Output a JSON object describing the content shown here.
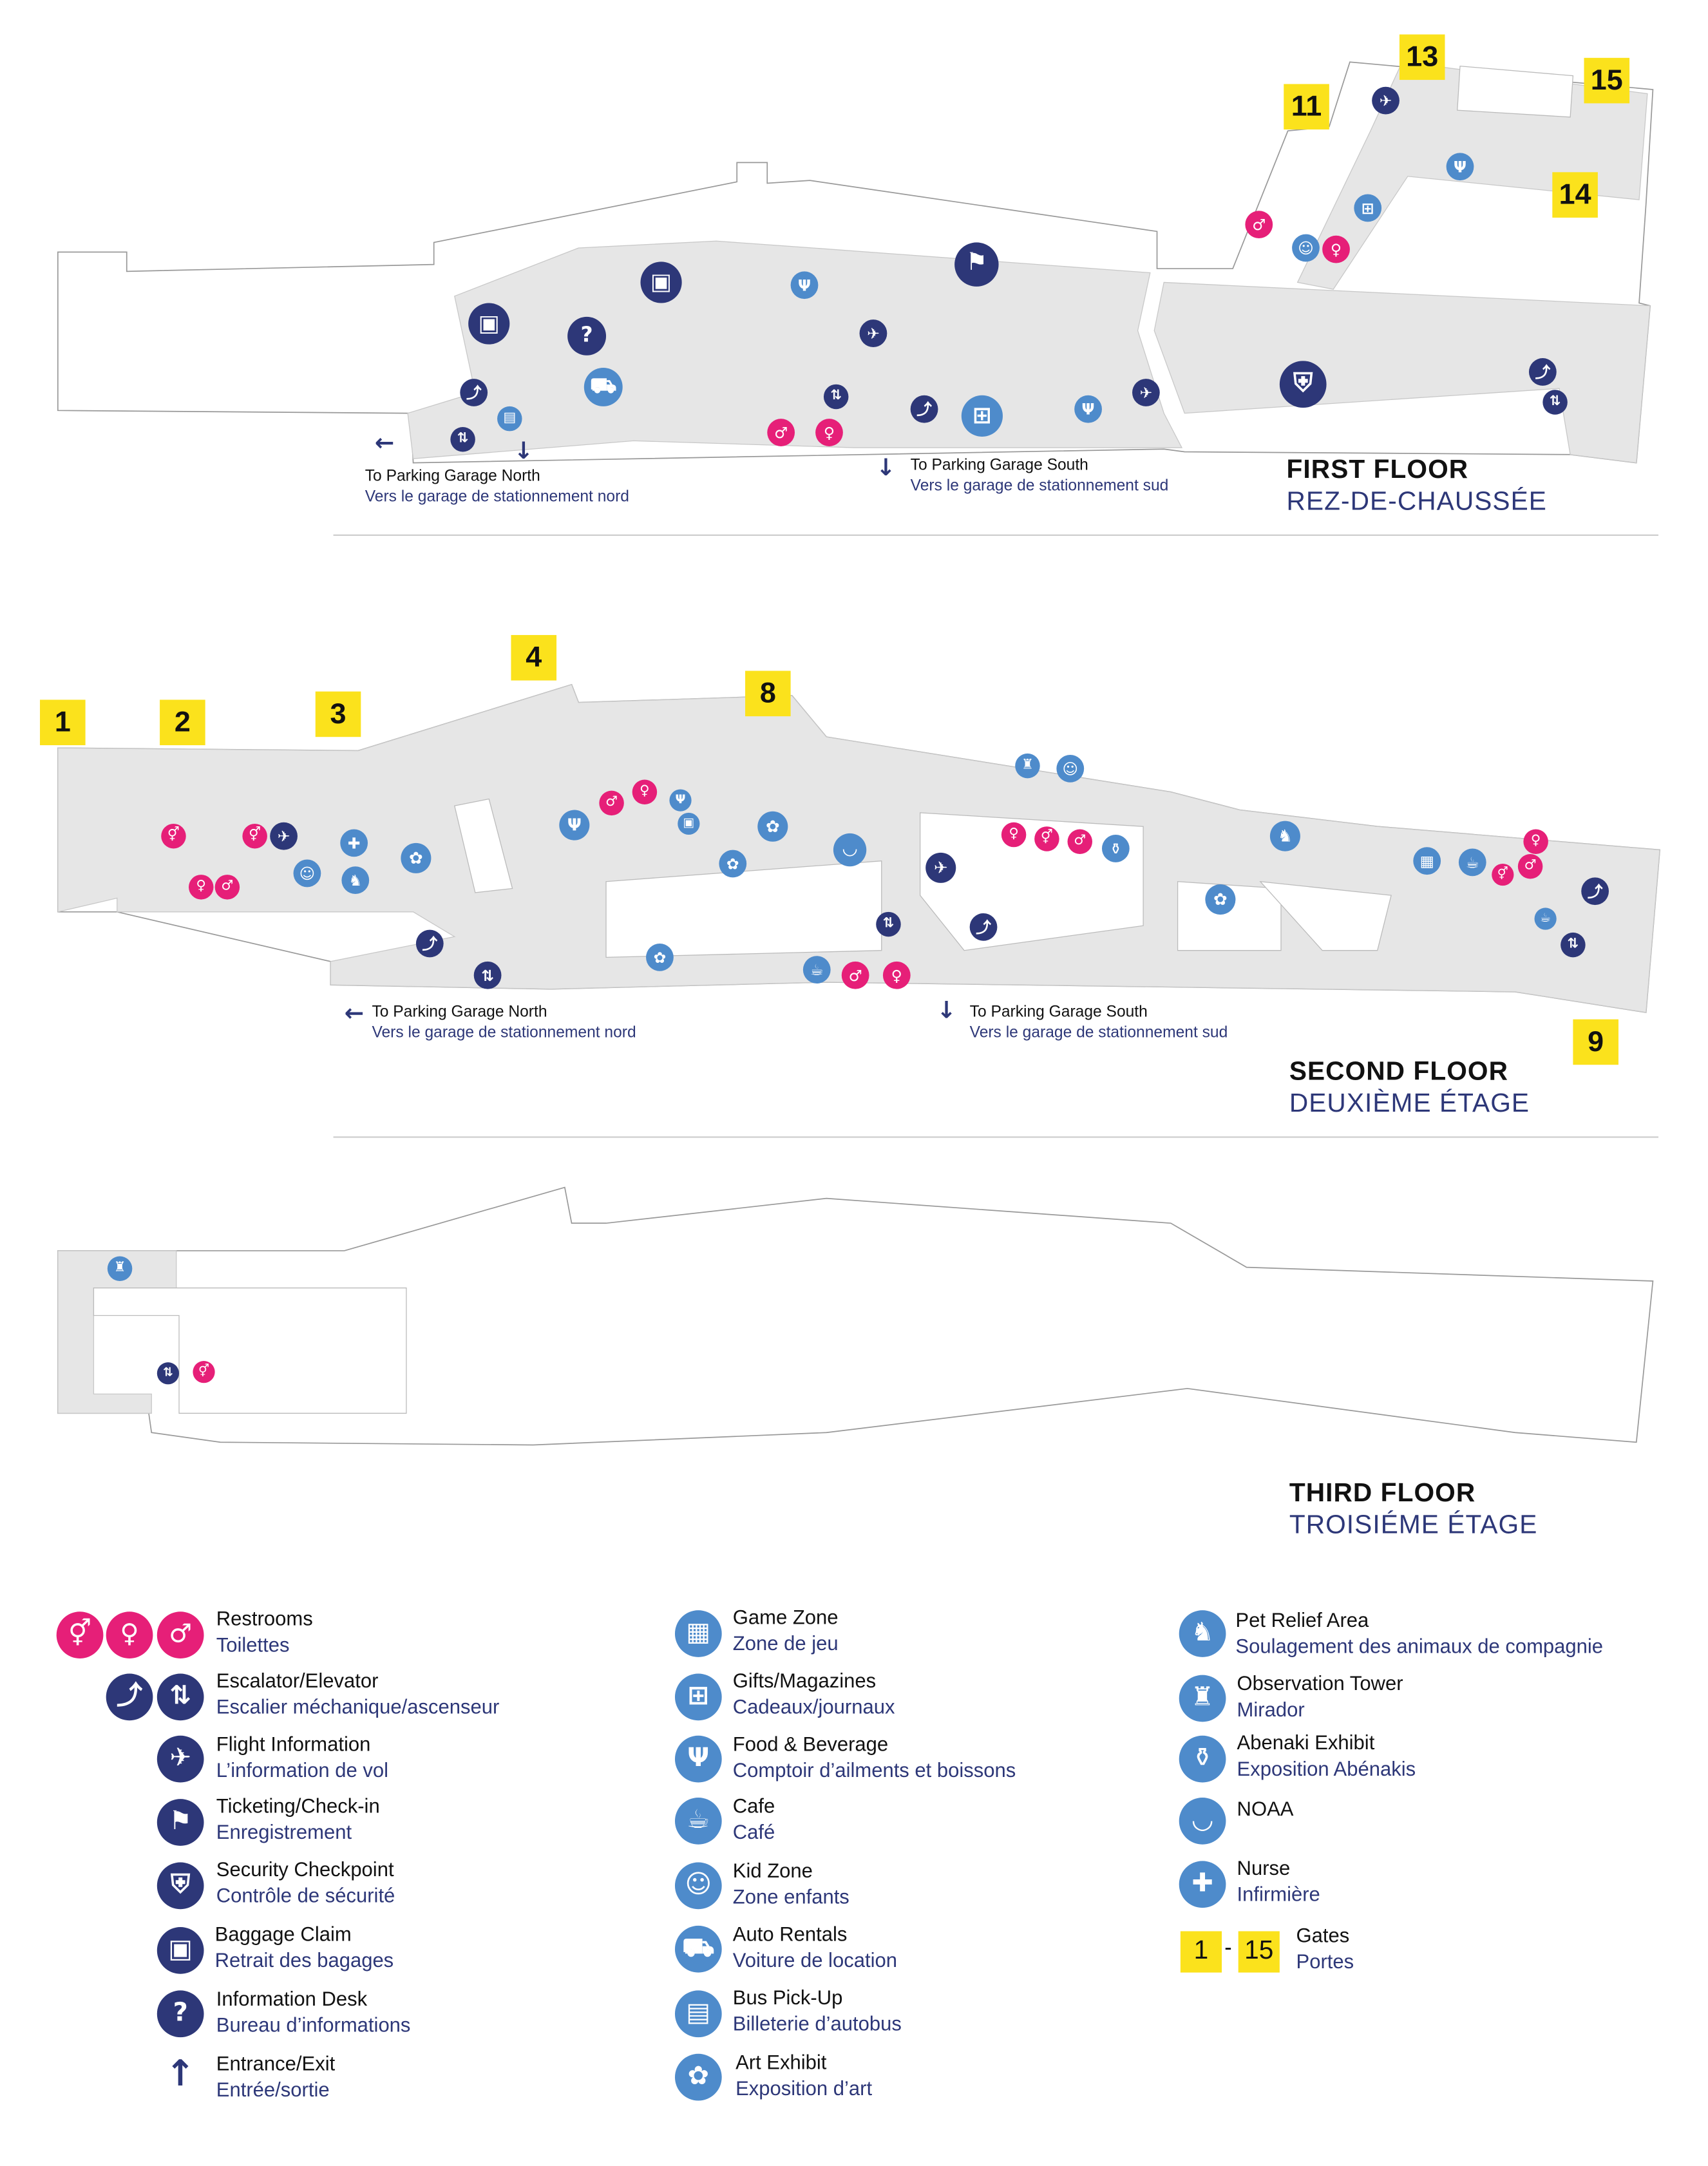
{
  "colors": {
    "navy": "#2d3778",
    "restroom_pink": "#e61f78",
    "amenity_blue": "#4e8bcb",
    "gate_yellow": "#fbe21c",
    "floor_gray": "#e6e6e6"
  },
  "floors": [
    {
      "title": "FIRST FLOOR",
      "subtitle": "REZ-DE-CHAUSSÉE",
      "parking_north": {
        "en": "To Parking Garage North",
        "fr": "Vers le garage de stationnement nord"
      },
      "parking_south": {
        "en": "To Parking Garage South",
        "fr": "Vers le garage de stationnement sud"
      },
      "gates": [
        "11",
        "13",
        "14",
        "15"
      ]
    },
    {
      "title": "SECOND FLOOR",
      "subtitle": "DEUXIÈME ÉTAGE",
      "parking_north": {
        "en": "To Parking Garage North",
        "fr": "Vers le garage de stationnement nord"
      },
      "parking_south": {
        "en": "To Parking Garage South",
        "fr": "Vers le garage de stationnement sud"
      },
      "gates": [
        "1",
        "2",
        "3",
        "4",
        "8",
        "9"
      ]
    },
    {
      "title": "THIRD FLOOR",
      "subtitle": "TROISIÉME ÉTAGE"
    }
  ],
  "legend": [
    {
      "icon": "restroom-icons",
      "en": "Restrooms",
      "fr": "Toilettes"
    },
    {
      "icon": "escalator-elevator-icons",
      "en": "Escalator/Elevator",
      "fr": "Escalier méchanique/ascenseur"
    },
    {
      "icon": "flight-info-icon",
      "en": "Flight Information",
      "fr": "L’information de vol"
    },
    {
      "icon": "ticketing-icon",
      "en": "Ticketing/Check-in",
      "fr": "Enregistrement"
    },
    {
      "icon": "security-icon",
      "en": "Security Checkpoint",
      "fr": "Contrôle de sécurité"
    },
    {
      "icon": "baggage-icon",
      "en": "Baggage Claim",
      "fr": "Retrait des bagages"
    },
    {
      "icon": "info-desk-icon",
      "en": "Information Desk",
      "fr": "Bureau d’informations"
    },
    {
      "icon": "entrance-arrow-icon",
      "en": "Entrance/Exit",
      "fr": "Entrée/sortie"
    },
    {
      "icon": "game-zone-icon",
      "en": "Game Zone",
      "fr": "Zone de jeu"
    },
    {
      "icon": "gifts-icon",
      "en": "Gifts/Magazines",
      "fr": "Cadeaux/journaux"
    },
    {
      "icon": "food-icon",
      "en": "Food & Beverage",
      "fr": "Comptoir d’ailments et boissons"
    },
    {
      "icon": "cafe-icon",
      "en": "Cafe",
      "fr": "Café"
    },
    {
      "icon": "kid-zone-icon",
      "en": "Kid Zone",
      "fr": "Zone enfants"
    },
    {
      "icon": "auto-rental-icon",
      "en": "Auto Rentals",
      "fr": "Voiture de location"
    },
    {
      "icon": "bus-icon",
      "en": "Bus Pick-Up",
      "fr": "Billeterie d’autobus"
    },
    {
      "icon": "art-icon",
      "en": "Art Exhibit",
      "fr": "Exposition d’art"
    },
    {
      "icon": "pet-relief-icon",
      "en": "Pet Relief Area",
      "fr": "Soulagement des animaux de compagnie"
    },
    {
      "icon": "tower-icon",
      "en": "Observation Tower",
      "fr": "Mirador"
    },
    {
      "icon": "abenaki-icon",
      "en": "Abenaki Exhibit",
      "fr": "Exposition Abénakis"
    },
    {
      "icon": "noaa-icon",
      "en": "NOAA",
      "fr": ""
    },
    {
      "icon": "nurse-icon",
      "en": "Nurse",
      "fr": "Infirmière"
    },
    {
      "icon": "gates-badge",
      "en": "Gates",
      "fr": "Portes",
      "range_from": "1",
      "range_to": "15",
      "sep": "-"
    }
  ]
}
